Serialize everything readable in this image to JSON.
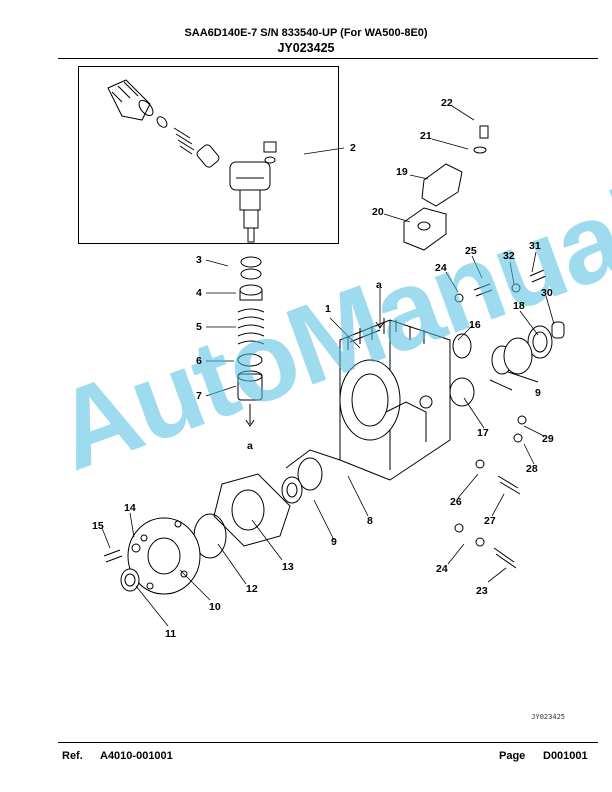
{
  "header": {
    "title": "SAA6D140E-7 S/N 833540-UP (For WA500-8E0)",
    "doc_id": "JY023425"
  },
  "callouts": {
    "n1": "1",
    "n2": "2",
    "n3": "3",
    "n4": "4",
    "n5": "5",
    "n6": "6",
    "n7": "7",
    "n8": "8",
    "n9a": "9",
    "n9b": "9",
    "n10": "10",
    "n11": "11",
    "n12": "12",
    "n13": "13",
    "n14": "14",
    "n15": "15",
    "n16": "16",
    "n17": "17",
    "n18": "18",
    "n19": "19",
    "n20": "20",
    "n21": "21",
    "n22": "22",
    "n23": "23",
    "n24a": "24",
    "n24b": "24",
    "n25": "25",
    "n26": "26",
    "n27": "27",
    "n28": "28",
    "n29": "29",
    "n30": "30",
    "n31": "31",
    "n32": "32",
    "a1": "a",
    "a2": "a"
  },
  "drawing_code": "JY023425",
  "watermark": "AutoManual",
  "footer": {
    "ref_label": "Ref.",
    "ref_value": "A4010-001001",
    "page_label": "Page",
    "page_value": "D001001"
  },
  "colors": {
    "watermark": "#50bee1",
    "ink": "#000000"
  }
}
